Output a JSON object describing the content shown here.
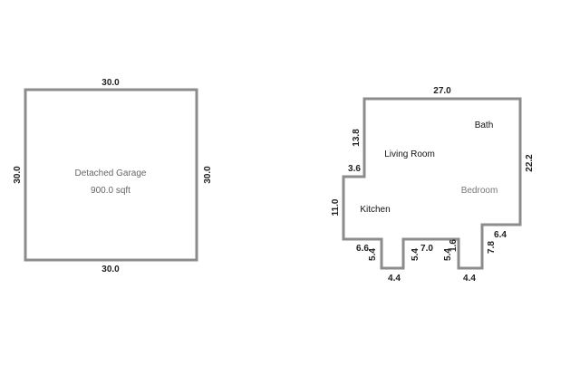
{
  "garage": {
    "title": "Detached Garage",
    "area": "900.0 sqft",
    "dim_top": "30.0",
    "dim_bottom": "30.0",
    "dim_left": "30.0",
    "dim_right": "30.0"
  },
  "house": {
    "rooms": {
      "living_room": "Living Room",
      "bath": "Bath",
      "bedroom": "Bedroom",
      "kitchen": "Kitchen"
    },
    "dims": {
      "top": "27.0",
      "right": "22.2",
      "left_upper": "13.8",
      "left_step": "3.6",
      "left_lower": "11.0",
      "bottom_left_step": "6.6",
      "notch_left_outer": "5.4",
      "notch_left_bottom": "4.4",
      "notch_left_inner": "5.4",
      "middle": "7.0",
      "notch_right_inner": "5.4",
      "notch_right_small": "1.6",
      "notch_right_bottom": "4.4",
      "right_lower_vertical": "7.8",
      "bottom_right_step": "6.4"
    }
  },
  "colors": {
    "wall": "#8c8c8c",
    "text": "#222222"
  }
}
